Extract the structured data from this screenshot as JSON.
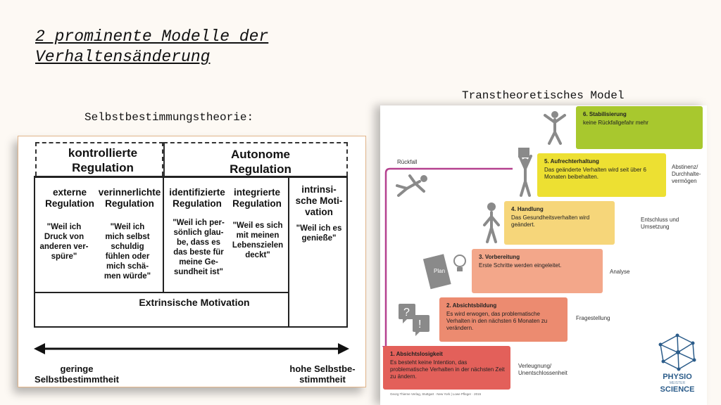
{
  "slide": {
    "title": "2 prominente Modelle der Verhaltensänderung",
    "left_heading": "Selbstbestimmungstheorie:",
    "right_heading": "Transtheoretisches Model"
  },
  "sdt": {
    "header_controlled": "kontrollierte Regulation",
    "header_autonomous": "Autonome Regulation",
    "columns": [
      {
        "title": "externe Regulation",
        "quote": "\"Weil ich Druck von anderen ver-spüre\""
      },
      {
        "title": "verinnerlichte Regulation",
        "quote": "\"Weil ich mich selbst schuldig fühlen oder mich schä-men würde\""
      },
      {
        "title": "identifizierte Regulation",
        "quote": "\"Weil ich per-sönlich glau-be, dass es das beste für meine Ge-sundheit ist\""
      },
      {
        "title": "integrierte Regulation",
        "quote": "\"Weil es sich mit meinen Lebenszielen deckt\""
      },
      {
        "title": "intrinsi-sche Moti-vation",
        "quote": "\"Weil ich es genieße\""
      }
    ],
    "extrinsic_label": "Extrinsische Motivation",
    "axis_low": "geringe Selbstbestimmtheit",
    "axis_high": "hohe Selbstbe-stimmtheit"
  },
  "ttm": {
    "relapse_label": "Rückfall",
    "steps": [
      {
        "title": "6. Stabilisierung",
        "text": "keine Rückfallgefahr mehr",
        "side": "",
        "color": "#a8c82e"
      },
      {
        "title": "5. Aufrechterhaltung",
        "text": "Das geänderte Verhalten wird seit über 6 Monaten beibehalten.",
        "side": "Abstinenz/ Durchhalte-vermögen",
        "color": "#ede032"
      },
      {
        "title": "4. Handlung",
        "text": "Das Gesundheitsverhalten wird geändert.",
        "side": "Entschluss und Umsetzung",
        "color": "#f6d67a"
      },
      {
        "title": "3. Vorbereitung",
        "text": "Erste Schritte werden eingeleitet.",
        "side": "Analyse",
        "color": "#f3a78a"
      },
      {
        "title": "2. Absichtsbildung",
        "text": "Es wird erwogen, das problematische Verhalten in den nächsten 6 Monaten zu verändern.",
        "side": "Fragestellung",
        "color": "#ec8b70"
      },
      {
        "title": "1. Absichtslosigkeit",
        "text": "Es besteht keine Intention, das problematische Verhalten in der nächsten Zeit zu ändern.",
        "side": "Verleugnung/ Unentschlossenheit",
        "color": "#e3605a"
      }
    ],
    "plan_label": "Plan",
    "logo_line1": "PHYSIO",
    "logo_line2": "SCIENCE",
    "logo_small": "MEISTER",
    "credit": "Georg Thieme Verlag, Stuttgart · New York | Lowe Pfleger · 2015"
  }
}
